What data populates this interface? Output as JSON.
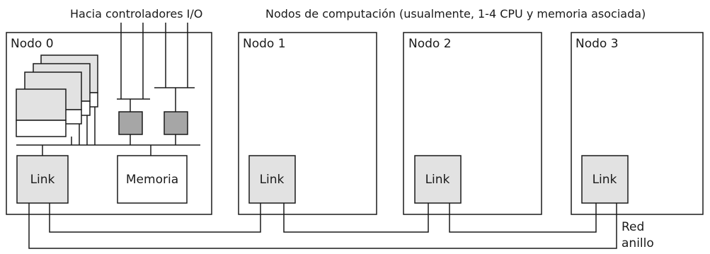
{
  "header": {
    "io_label": "Hacia controladores I/O",
    "nodes_label": "Nodos de computación (usualmente, 1-4 CPU y memoria asociada)"
  },
  "nodes": [
    {
      "title": "Nodo 0",
      "link_label": "Link",
      "memory_label": "Memoria"
    },
    {
      "title": "Nodo 1",
      "link_label": "Link"
    },
    {
      "title": "Nodo 2",
      "link_label": "Link"
    },
    {
      "title": "Nodo 3",
      "link_label": "Link"
    }
  ],
  "ring": {
    "label_line1": "Red",
    "label_line2": "anillo"
  }
}
